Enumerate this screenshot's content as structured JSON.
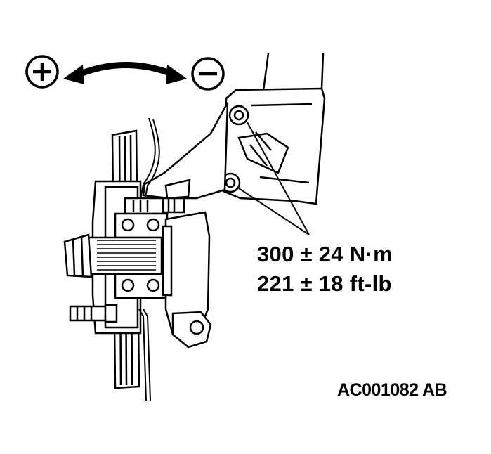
{
  "diagram": {
    "adjust_direction": {
      "plus_symbol": "+",
      "minus_symbol": "−",
      "arrow_icon": "double-headed-curved-arrow"
    },
    "callout": {
      "torque_metric": "300 ± 24 N·m",
      "torque_imperial": "221 ± 18 ft-lb"
    },
    "figure_id": "AC001082 AB",
    "colors": {
      "line": "#000000",
      "fill": "#ffffff"
    }
  }
}
